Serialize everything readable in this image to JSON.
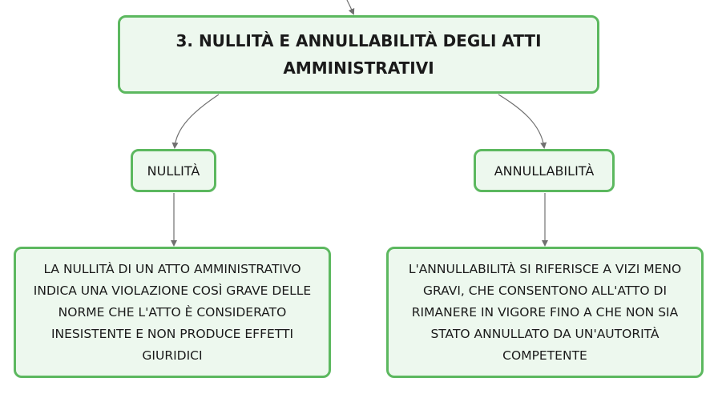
{
  "diagram": {
    "title": "3. NULLITÀ E ANNULLABILITÀ DEGLI ATTI AMMINISTRATIVI",
    "branches": [
      {
        "label": "NULLITÀ",
        "description": "LA NULLITÀ DI UN ATTO AMMINISTRATIVO INDICA UNA VIOLAZIONE COSÌ GRAVE DELLE NORME CHE L'ATTO È CONSIDERATO INESISTENTE E NON PRODUCE EFFETTI GIURIDICI"
      },
      {
        "label": "ANNULLABILITÀ",
        "description": "L'ANNULLABILITÀ SI RIFERISCE A VIZI MENO GRAVI, CHE CONSENTONO ALL'ATTO DI RIMANERE IN VIGORE FINO A CHE NON SIA STATO ANNULLATO DA UN'AUTORITÀ COMPETENTE"
      }
    ],
    "colors": {
      "node_border": "#5cb85f",
      "node_fill": "#edf8ee",
      "connector": "#707070"
    }
  }
}
